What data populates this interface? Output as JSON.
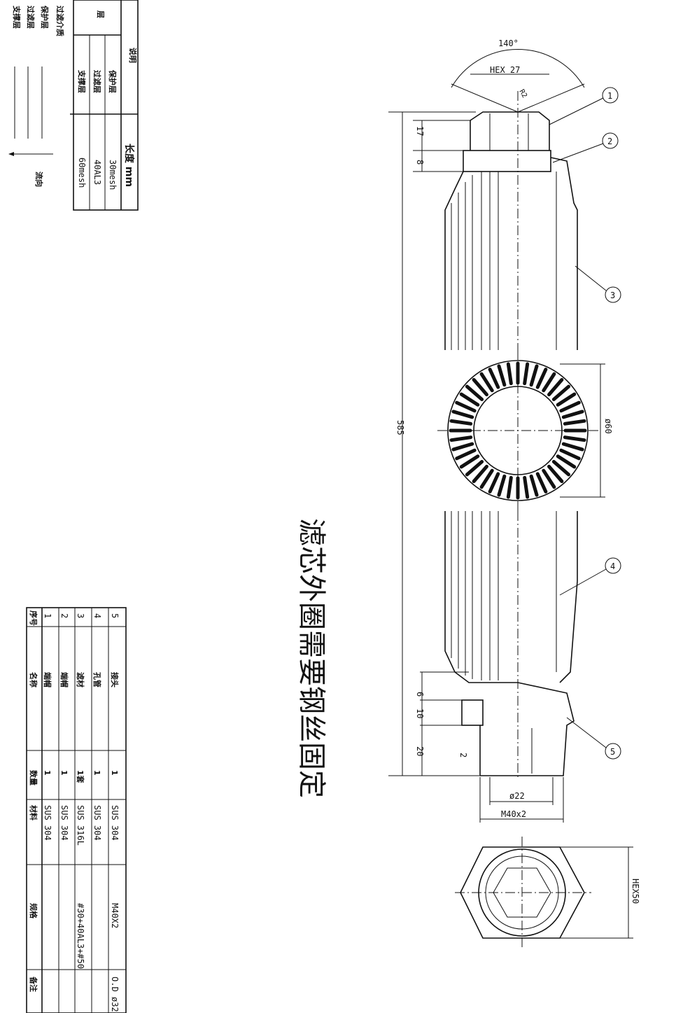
{
  "title": "滤芯外圈需要钢丝固定",
  "dimensions": {
    "angle": "140°",
    "hex_top": "HEX 27",
    "radius": "R2",
    "d17": "17",
    "d8": "8",
    "length": "585",
    "dia60": "ø60",
    "d6": "6",
    "d10": "10",
    "d20": "20",
    "d2": "2",
    "dia22": "ø22",
    "thread": "M40x2",
    "hex_bottom": "HEX50"
  },
  "balloons": [
    "1",
    "2",
    "3",
    "4",
    "5"
  ],
  "layer_table": {
    "header_desc": "说明",
    "header_layer": "层",
    "header_length": "长度 mm",
    "rows": [
      {
        "layer": "保护层",
        "spec": "30mesh"
      },
      {
        "layer": "过滤层",
        "spec": "40AL3"
      },
      {
        "layer": "支撑层",
        "spec": "60mesh"
      }
    ]
  },
  "legend": {
    "title": "过滤介质",
    "items": [
      "保护层",
      "过滤层",
      "支撑层"
    ],
    "flow": "流向"
  },
  "bom": {
    "headers": [
      "序号",
      "名称",
      "数量",
      "材料",
      "规格",
      "备注"
    ],
    "rows": [
      {
        "no": "5",
        "name": "接头",
        "qty": "1",
        "material": "SUS 304",
        "spec": "M40X2",
        "note": "O.D ø32"
      },
      {
        "no": "4",
        "name": "孔管",
        "qty": "1",
        "material": "SUS 304",
        "spec": "",
        "note": ""
      },
      {
        "no": "3",
        "name": "滤材",
        "qty": "1套",
        "material": "SUS 316L",
        "spec": "#30+40AL3+#50",
        "note": ""
      },
      {
        "no": "2",
        "name": "端帽",
        "qty": "1",
        "material": "SUS 304",
        "spec": "",
        "note": ""
      },
      {
        "no": "1",
        "name": "端帽",
        "qty": "1",
        "material": "SUS 304",
        "spec": "",
        "note": ""
      }
    ]
  }
}
